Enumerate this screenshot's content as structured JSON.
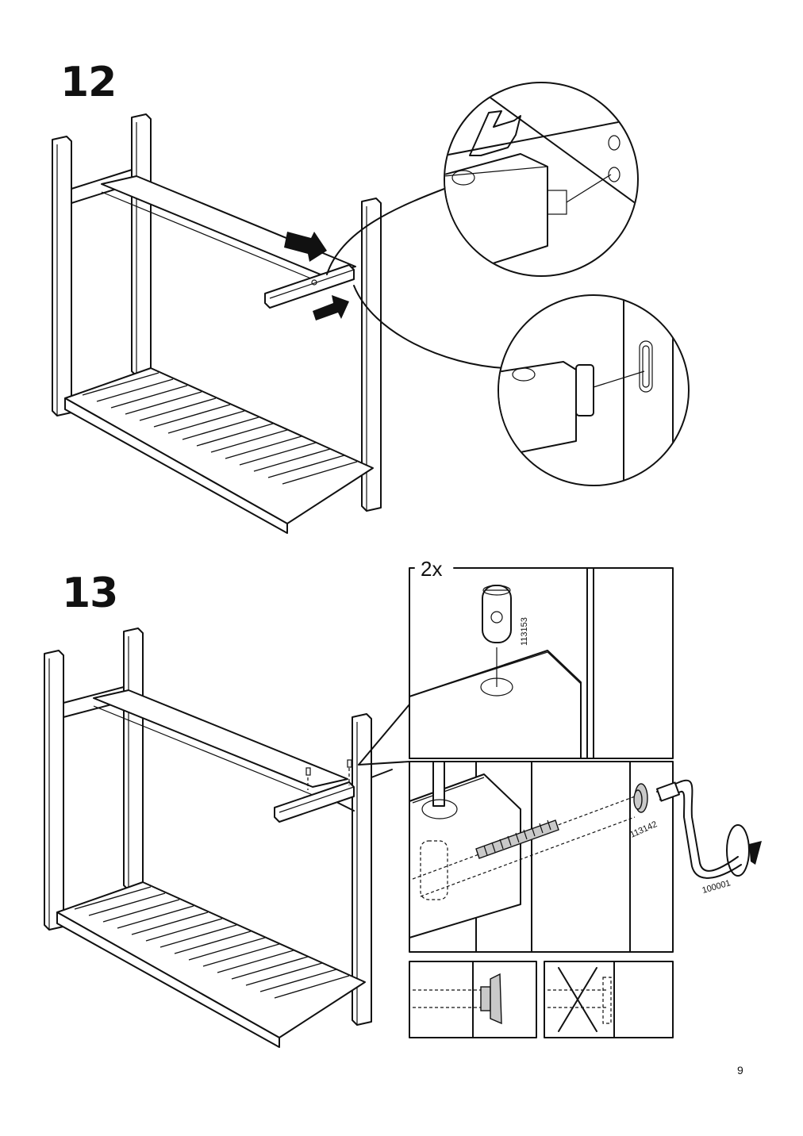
{
  "page": {
    "number": "9"
  },
  "steps": [
    {
      "number": "12"
    },
    {
      "number": "13",
      "quantity": "2x",
      "parts": [
        {
          "id": "113153",
          "icon": "cam-lock-nut-icon"
        },
        {
          "id": "113142",
          "icon": "dowel-bolt-icon"
        },
        {
          "id": "100001",
          "icon": "allen-key-icon"
        }
      ]
    }
  ]
}
